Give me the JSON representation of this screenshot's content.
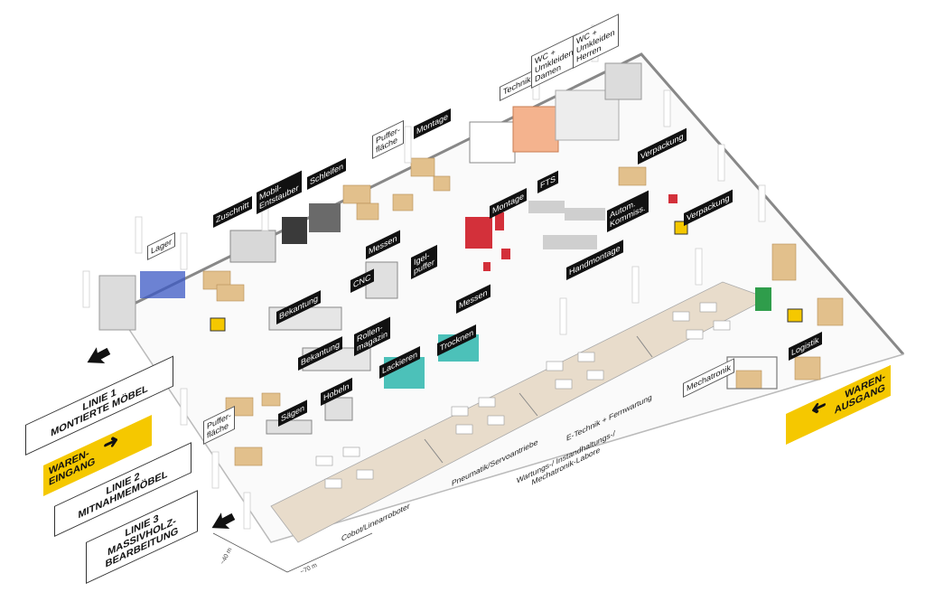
{
  "labels": {
    "lager": "Lager",
    "zuschnitt": "Zuschnitt",
    "mobil_entstauber": "Mobil-\nEntstauber",
    "schleifen": "Schleifen",
    "pufferflaeche_top": "Puffer-\nfläche",
    "montage_top": "Montage",
    "technik": "Technik",
    "wc_damen": "WC +\nUmkleiden\nDamen",
    "wc_herren": "WC +\nUmkleiden\nHerren",
    "verpackung_top": "Verpackung",
    "fts": "FTS",
    "montage_mid": "Montage",
    "autom_kommiss": "Autom.\nKommiss.",
    "verpackung_right": "Verpackung",
    "messen_left": "Messen",
    "igelpuffer": "Igel-\npuffer",
    "cnc": "CNC",
    "handmontage": "Handmontage",
    "messen_mid": "Messen",
    "bekantung_top": "Bekantung",
    "rollenmagazin": "Rollen-\nmagazin",
    "trocknen": "Trocknen",
    "bekantung_bottom": "Bekantung",
    "lackieren": "Lackieren",
    "hobeln": "Hobeln",
    "saegen": "Sägen",
    "pufferflaeche_bottom": "Puffer-\nfläche",
    "mechatronik": "Mechatronik",
    "logistik": "Logistik",
    "e_technik": "E-Technik + Fernwartung",
    "wartung": "Wartungs-/ Instandhaltungs-/\nMechatronik-Labore",
    "pneumatik": "Pneumatik/Servoantriebe",
    "cobot": "Cobot/Linearroboter",
    "dim_40": "~40 m",
    "dim_70": "~70 m"
  },
  "legend": {
    "linie1": "LINIE 1\nMONTIERTE MÖBEL",
    "wareneingang": "WAREN-\nEINGANG",
    "linie2": "LINIE 2\nMITNAHMEMÖBEL",
    "linie3": "LINIE 3\nMASSIVHOLZ-\nBEARBEITUNG",
    "warenausgang": "WAREN-\nAUSGANG"
  },
  "colors": {
    "accent_yellow": "#f5c800",
    "floor": "#ffffff",
    "wall": "#8a8a8a",
    "lab_floor": "#e8dccb",
    "wood": "#e2c08c",
    "machine_red": "#d3303a",
    "teal": "#4cc1b9",
    "wc_orange": "#f4b38e"
  }
}
